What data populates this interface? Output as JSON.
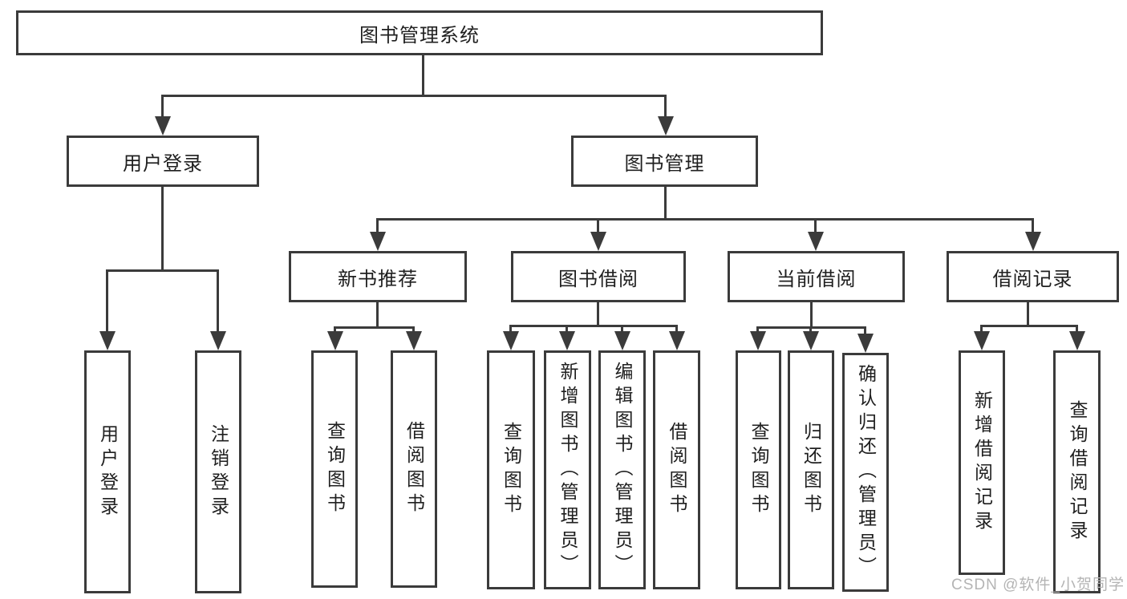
{
  "tree": {
    "root": "图书管理系统",
    "level2": [
      "用户登录",
      "图书管理"
    ],
    "level3": [
      "新书推荐",
      "图书借阅",
      "当前借阅",
      "借阅记录"
    ],
    "leaves": {
      "user_login": [
        "用户登录",
        "注销登录"
      ],
      "new_book": [
        "查询图书",
        "借阅图书"
      ],
      "book_borrow": [
        "查询图书",
        "新增图书（管理员）",
        "编辑图书（管理员）",
        "借阅图书"
      ],
      "current_borrow": [
        "查询图书",
        "归还图书",
        "确认归还（管理员）"
      ],
      "borrow_records": [
        "新增借阅记录",
        "查询借阅记录"
      ]
    }
  },
  "watermark": "CSDN @软件_小贺同学",
  "colors": {
    "line": "#3b3b3b",
    "text": "#1f1f1f",
    "watermark": "#b4b4b4",
    "background": "#ffffff"
  }
}
